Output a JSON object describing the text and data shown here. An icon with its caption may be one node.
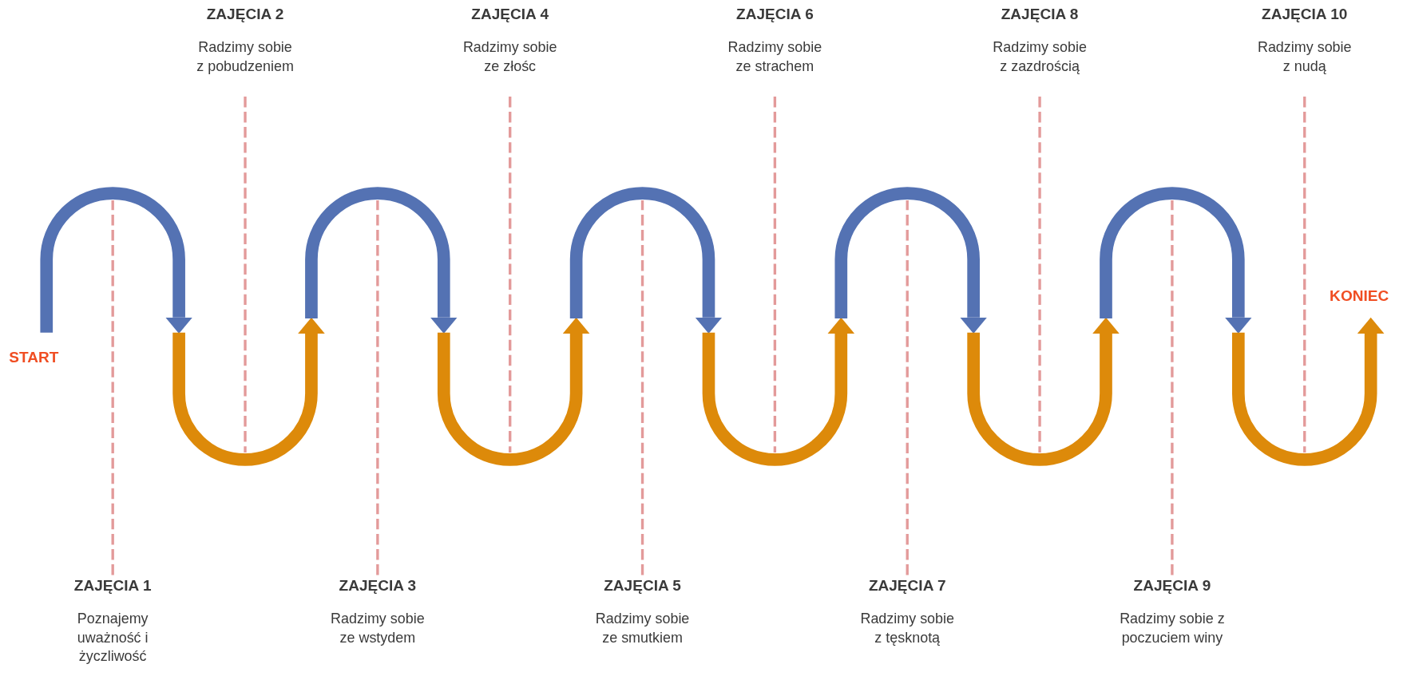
{
  "diagram": {
    "nodes": [
      {
        "text": [
          "ZAJĘCIA 1",
          "Poznajemy uważność i życzliwość"
        ]
      },
      {
        "text": [
          "ZAJĘCIA 2",
          "Radzimy sobie z pobudzeniem"
        ]
      },
      {
        "text": [
          "ZAJĘCIA 3",
          "Radzimy sobie ze wstydem"
        ]
      },
      {
        "text": [
          "ZAJĘCIA 4",
          "Radzimy sobie ze złośc"
        ]
      },
      {
        "text": [
          "ZAJĘCIA 5",
          "Radzimy sobie ze smutkiem"
        ]
      },
      {
        "text": [
          "ZAJĘCIA 6",
          "Radzimy sobie ze strachem"
        ]
      },
      {
        "text": [
          "ZAJĘCIA 7",
          "Radzimy sobie z tęsknotą"
        ]
      },
      {
        "text": [
          "ZAJĘCIA 8",
          "Radzimy sobie z zazdrością"
        ]
      },
      {
        "text": [
          "ZAJĘCIA 9",
          "Radzimy sobie z poczuciem winy"
        ]
      },
      {
        "text": [
          "ZAJĘCIA 10",
          "Radzimy sobie z nudą"
        ]
      }
    ],
    "edges": [
      {
        "from": 0,
        "to": null,
        "arrow": "none",
        "style": "dashed"
      },
      {
        "from": 1,
        "to": null,
        "arrow": "none",
        "style": "dashed"
      },
      {
        "from": 2,
        "to": null,
        "arrow": "none",
        "style": "dashed"
      },
      {
        "from": 3,
        "to": null,
        "arrow": "none",
        "style": "dashed"
      },
      {
        "from": 4,
        "to": null,
        "arrow": "none",
        "style": "dashed"
      },
      {
        "from": 5,
        "to": null,
        "arrow": "none",
        "style": "dashed"
      },
      {
        "from": 6,
        "to": null,
        "arrow": "none",
        "style": "dashed"
      },
      {
        "from": 7,
        "to": null,
        "arrow": "none",
        "style": "dashed"
      },
      {
        "from": 8,
        "to": null,
        "arrow": "none",
        "style": "dashed"
      },
      {
        "from": 9,
        "to": null,
        "arrow": "none",
        "style": "dashed"
      }
    ],
    "labels": [
      "START",
      "KONIEC"
    ]
  }
}
